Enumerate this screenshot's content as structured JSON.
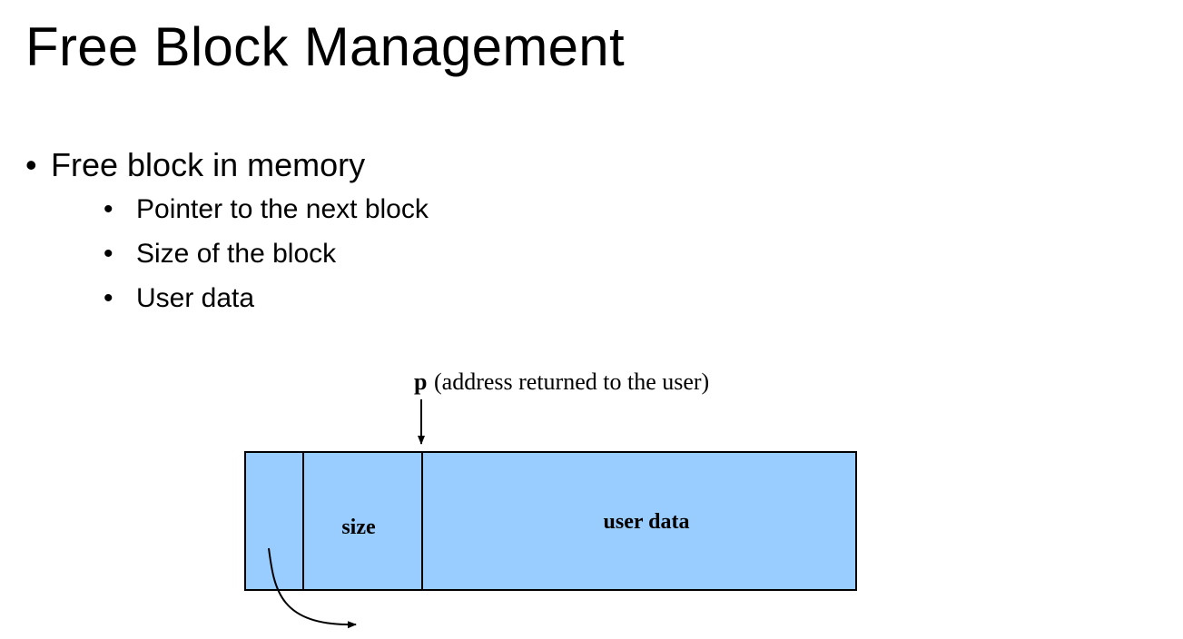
{
  "slide": {
    "title": "Free Block Management",
    "bullets": [
      {
        "text": "Free block in memory",
        "sub": [
          "Pointer to the next block",
          "Size of the block",
          "User data"
        ]
      }
    ]
  },
  "diagram": {
    "pointer_label": "p",
    "pointer_caption": "(address returned to the user)",
    "size_label": "size",
    "user_data_label": "user data",
    "block_fill": "#99ccff",
    "border_color": "#000000"
  }
}
